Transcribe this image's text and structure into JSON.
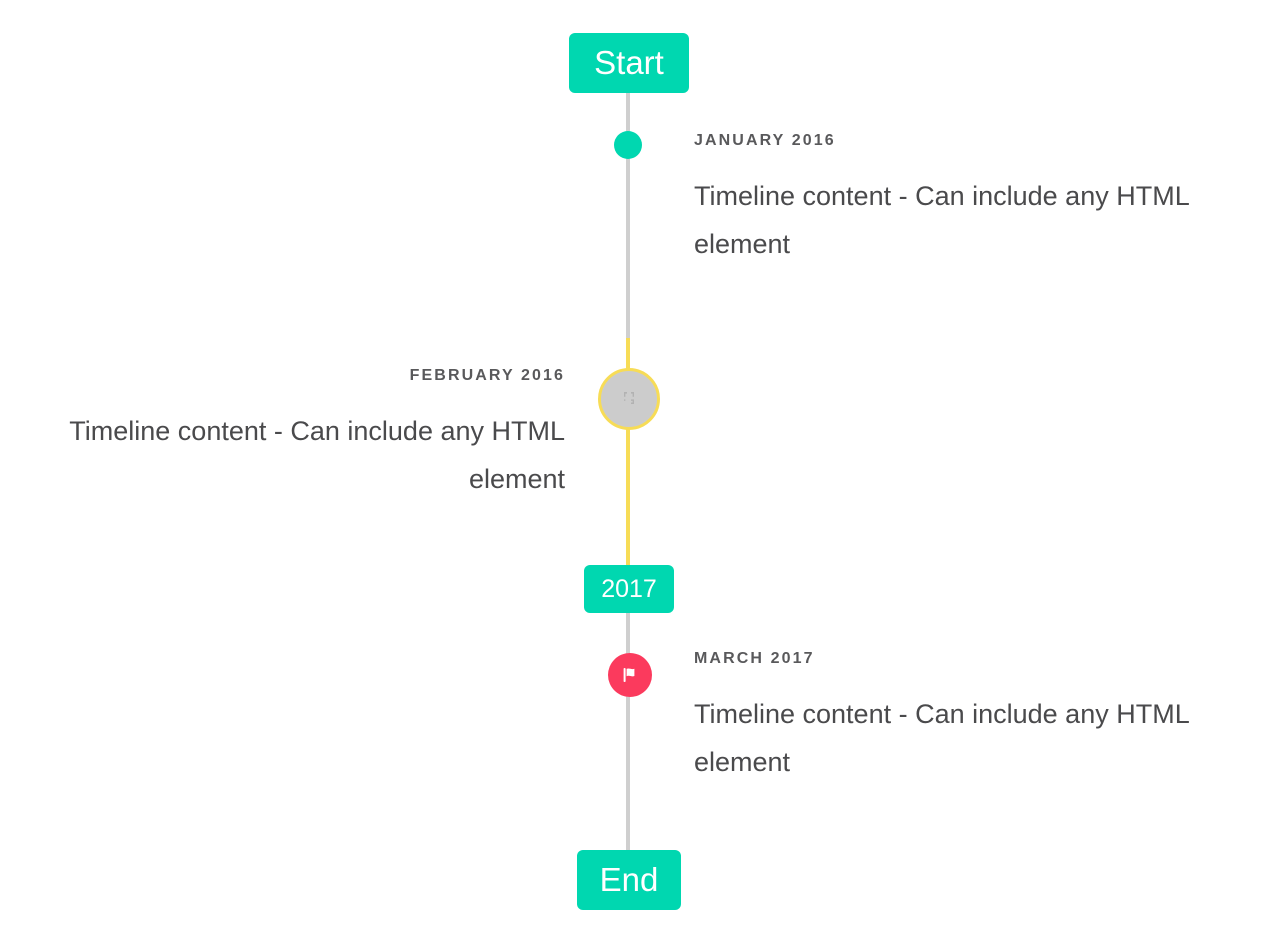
{
  "timeline": {
    "start_label": "Start",
    "middle_label": "2017",
    "end_label": "End",
    "colors": {
      "accent_teal": "#00d7b0",
      "line_grey": "#cfcfcf",
      "line_yellow": "#f7dc56",
      "marker_pink": "#fb3a5d",
      "marker_grey": "#cccccc",
      "date_text": "#59595b",
      "body_text": "#4a4a4c",
      "background": "#ffffff"
    },
    "entries": [
      {
        "date": "January 2016",
        "body": "Timeline content - Can include any HTML element",
        "side": "right",
        "marker": "dot-icon"
      },
      {
        "date": "February 2016",
        "body": "Timeline content - Can include any HTML element",
        "side": "left",
        "marker": "broken-image-icon"
      },
      {
        "date": "March 2017",
        "body": "Timeline content - Can include any HTML element",
        "side": "right",
        "marker": "flag-icon"
      }
    ]
  }
}
